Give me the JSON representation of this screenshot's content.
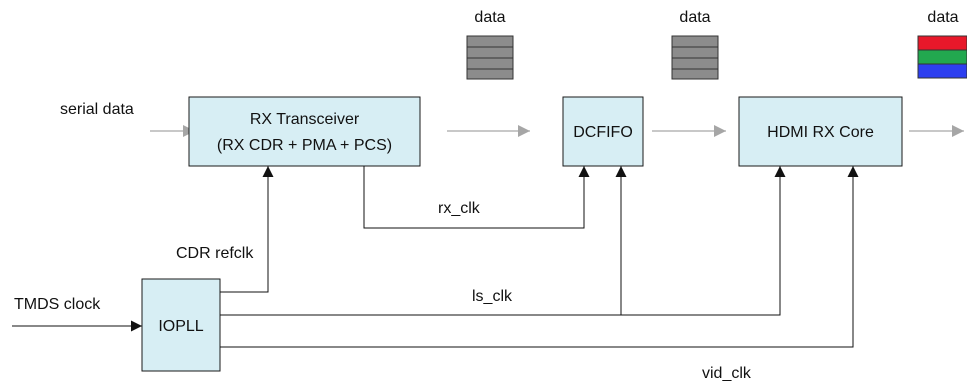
{
  "blocks": {
    "rx_transceiver": {
      "line1": "RX Transceiver",
      "line2": "(RX CDR + PMA + PCS)"
    },
    "dcfifo": "DCFIFO",
    "hdmi_rx_core": "HDMI RX Core",
    "iopll": "IOPLL"
  },
  "signals": {
    "serial_data": "serial data",
    "tmds_clock": "TMDS clock",
    "cdr_refclk": "CDR refclk",
    "rx_clk": "rx_clk",
    "ls_clk": "ls_clk",
    "vid_clk": "vid_clk"
  },
  "data_labels": [
    "data",
    "data",
    "data"
  ],
  "colors": {
    "block_fill": "#d7eef4",
    "data_gray": "#8c8c8c",
    "data_red": "#e8182a",
    "data_green": "#22a84f",
    "data_blue": "#2d3ff0",
    "flow_arrow": "#a6a6a6"
  }
}
